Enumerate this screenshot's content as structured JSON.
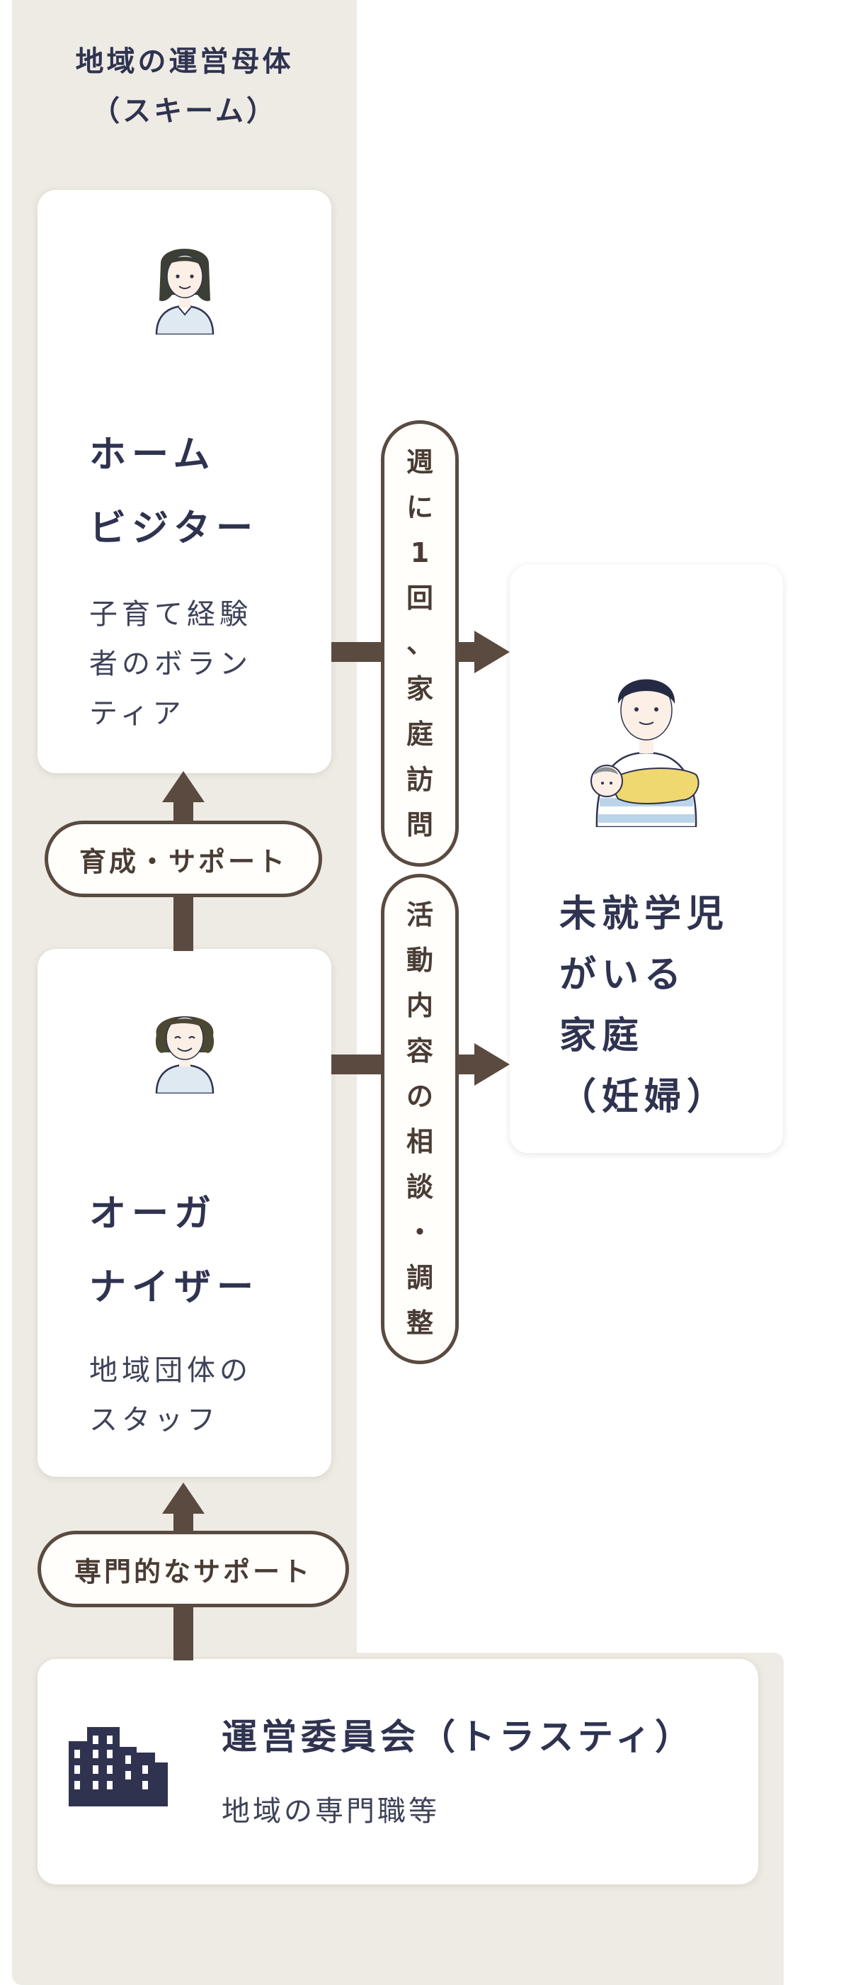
{
  "scheme": {
    "title_line1": "地域の運営母体",
    "title_line2": "（スキーム）"
  },
  "home_visitor": {
    "name": "ホーム\nビジター",
    "desc": "子育て経験\n者のボラン\nティア",
    "avatar": "woman-avatar-icon"
  },
  "organizer": {
    "name": "オーガ\nナイザー",
    "desc": "地域団体の\nスタッフ",
    "avatar": "older-woman-avatar-icon"
  },
  "family": {
    "name": "未就学児\nがいる\n家庭\n（妊婦）",
    "avatar": "parent-with-baby-icon"
  },
  "trustee": {
    "name": "運営委員会（トラスティ）",
    "desc": "地域の専門職等",
    "icon": "building-icon"
  },
  "labels": {
    "support_training": "育成・サポート",
    "professional_support": "専門的なサポート",
    "weekly_visit": [
      "週",
      "に",
      "1",
      "回",
      "、",
      "家",
      "庭",
      "訪",
      "問"
    ],
    "consultation": [
      "活",
      "動",
      "内",
      "容",
      "の",
      "相",
      "談",
      "・",
      "調",
      "整"
    ]
  },
  "colors": {
    "background": "#eeebe4",
    "card": "#ffffff",
    "arrow": "#5a4a40",
    "text": "#2f3350",
    "accent_yellow": "#f0d870",
    "accent_blue": "#bcd4ea"
  }
}
